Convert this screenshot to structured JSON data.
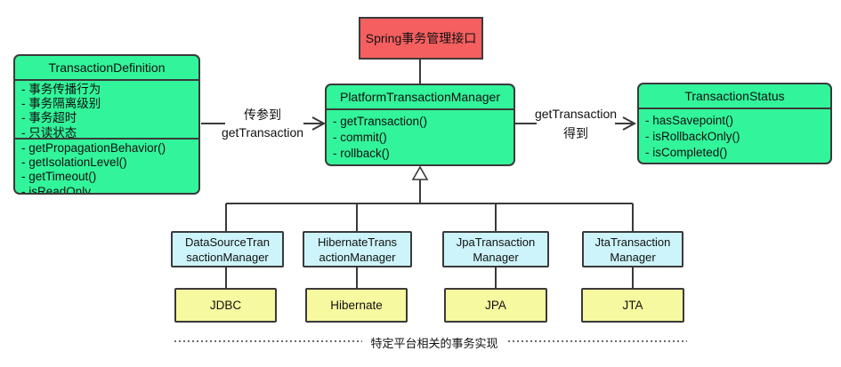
{
  "colors": {
    "green": "#32f49a",
    "red": "#f55f5f",
    "cyan": "#ccf4fa",
    "yellow": "#f7f9a0",
    "border": "#3a3a3a",
    "text": "#111111"
  },
  "interface": {
    "label": "Spring事务管理接口"
  },
  "classes": {
    "definition": {
      "name": "TransactionDefinition",
      "attributes": [
        "- 事务传播行为",
        "- 事务隔离级别",
        "- 事务超时",
        "- 只读状态"
      ],
      "methods": [
        "- getPropagationBehavior()",
        "- getIsolationLevel()",
        "- getTimeout()",
        "- isReadOnly"
      ]
    },
    "manager": {
      "name": "PlatformTransactionManager",
      "methods": [
        "- getTransaction()",
        "- commit()",
        "- rollback()"
      ]
    },
    "status": {
      "name": "TransactionStatus",
      "methods": [
        "- hasSavepoint()",
        "- isRollbackOnly()",
        "- isCompleted()"
      ]
    }
  },
  "edges": {
    "pass": {
      "top": "传参到",
      "bottom": "getTransaction"
    },
    "get": {
      "top": "getTransaction",
      "bottom": "得到"
    }
  },
  "implementations": [
    {
      "manager_line1": "DataSourceTran",
      "manager_line2": "sactionManager",
      "platform": "JDBC"
    },
    {
      "manager_line1": "HibernateTrans",
      "manager_line2": "actionManager",
      "platform": "Hibernate"
    },
    {
      "manager_line1": "JpaTransaction",
      "manager_line2": "Manager",
      "platform": "JPA"
    },
    {
      "manager_line1": "JtaTransaction",
      "manager_line2": "Manager",
      "platform": "JTA"
    }
  ],
  "footer": {
    "caption": "特定平台相关的事务实现"
  }
}
